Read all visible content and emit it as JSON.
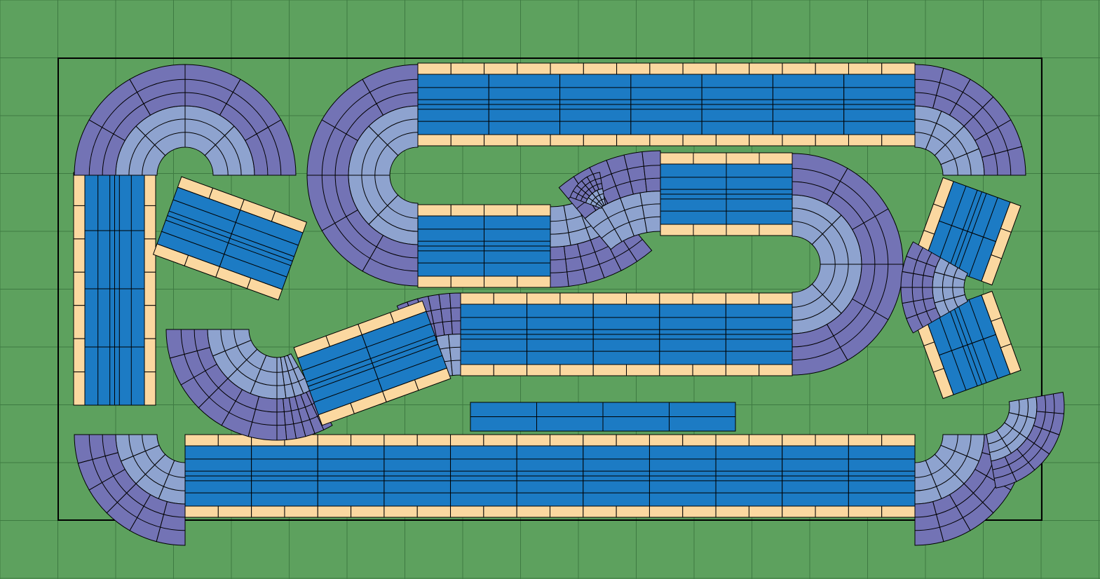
{
  "layout": {
    "board": "table-border",
    "pieces": {
      "straight": "blue",
      "border": "tan",
      "curve_outer": "dark",
      "curve_inner": "light"
    }
  },
  "colors": {
    "background": "#5da15e",
    "grid": "#3e7a42",
    "straight": "#1c7bc4",
    "border": "#fbd8a0",
    "curve_outer": "#7373b5",
    "curve_inner": "#8ea3cf"
  }
}
